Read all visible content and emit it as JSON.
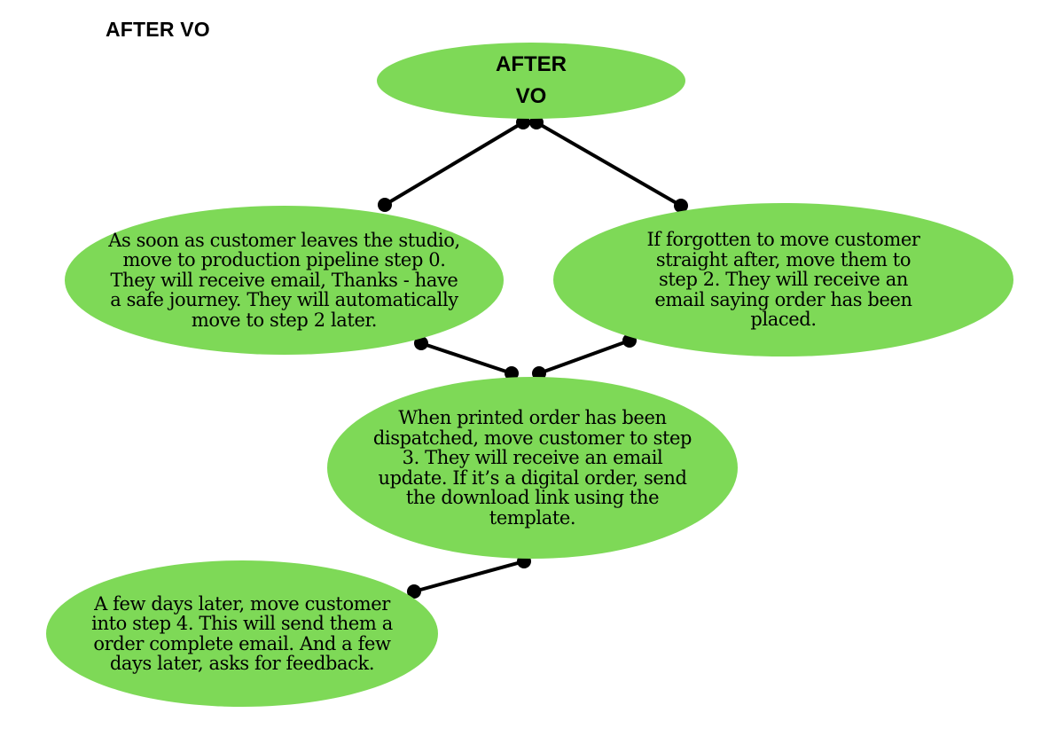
{
  "page_title": "AFTER VO",
  "colors": {
    "node_fill": "#7ed957",
    "connector": "#000000",
    "text": "#000000"
  },
  "nodes": {
    "root": "AFTER VO",
    "step0": "As soon as customer leaves the studio, move to production pipeline step 0. They will receive email, Thanks - have a safe journey. They will automatically move to step 2 later.",
    "step2": "If forgotten to move customer straight after, move them to step 2. They will receive an email saying order has been placed.",
    "step3": "When printed order has been dispatched, move customer to step 3. They will receive an email update. If it’s a digital order, send the download link using the template.",
    "step4": "A few days later, move customer into step 4. This will send them a order complete email. And a few days later, asks for feedback."
  }
}
